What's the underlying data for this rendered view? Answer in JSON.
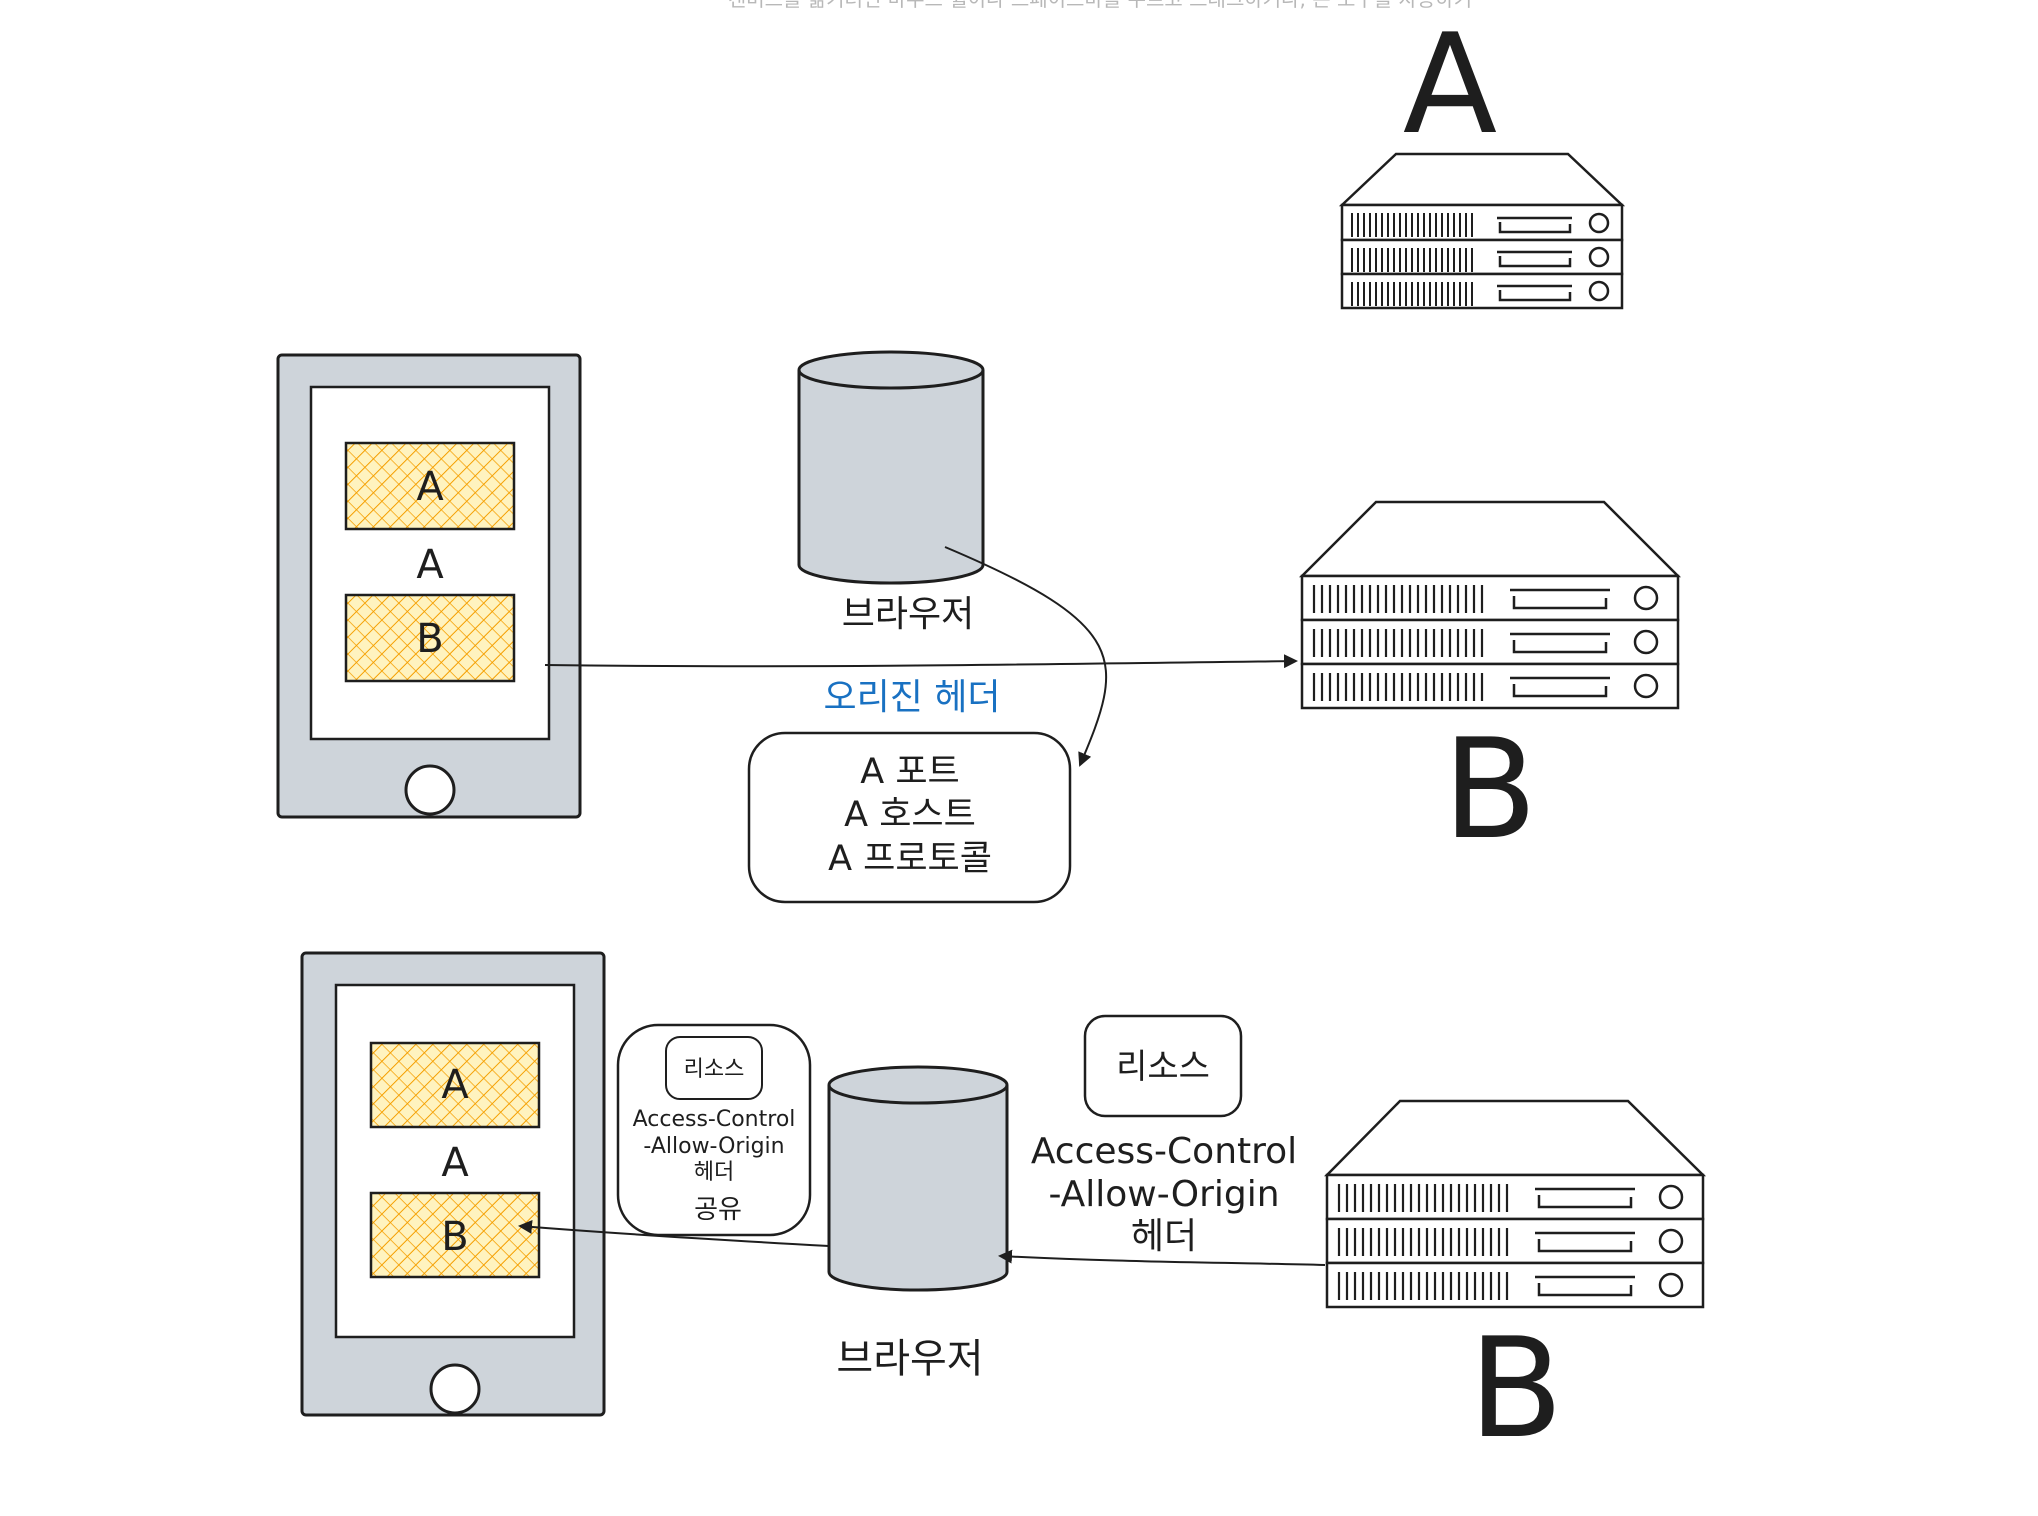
{
  "canvas_hint": "캔버스를 옮기려면 마우스 휠이나 스페이스바를 누르고 드래그하거나, 손 도구를 사용하기",
  "top": {
    "server_a_label": "A",
    "phone": {
      "block_a": "A",
      "middle": "A",
      "block_b": "B"
    },
    "browser_label": "브라우저",
    "origin_header_label": "오리진 헤더",
    "origin_box": {
      "line1": "A 포트",
      "line2": "A 호스트",
      "line3": "A 프로토콜"
    },
    "server_b_label": "B"
  },
  "bottom": {
    "phone": {
      "block_a": "A",
      "middle": "A",
      "block_b": "B"
    },
    "share_box": {
      "resource": "리소스",
      "line1": "Access-Control",
      "line2": "-Allow-Origin",
      "line3": "헤더",
      "line4": "공유"
    },
    "browser_label": "브라우저",
    "resource_badge": "리소스",
    "header_text": {
      "line1": "Access-Control",
      "line2": "-Allow-Origin",
      "line3": "헤더"
    },
    "server_b_label": "B"
  },
  "colors": {
    "stroke": "#1e1e1e",
    "fill_gray": "#ced4da",
    "hatch_orange": "#f59f00",
    "hatch_bg": "#fff3bf",
    "accent_blue": "#1971c2"
  }
}
